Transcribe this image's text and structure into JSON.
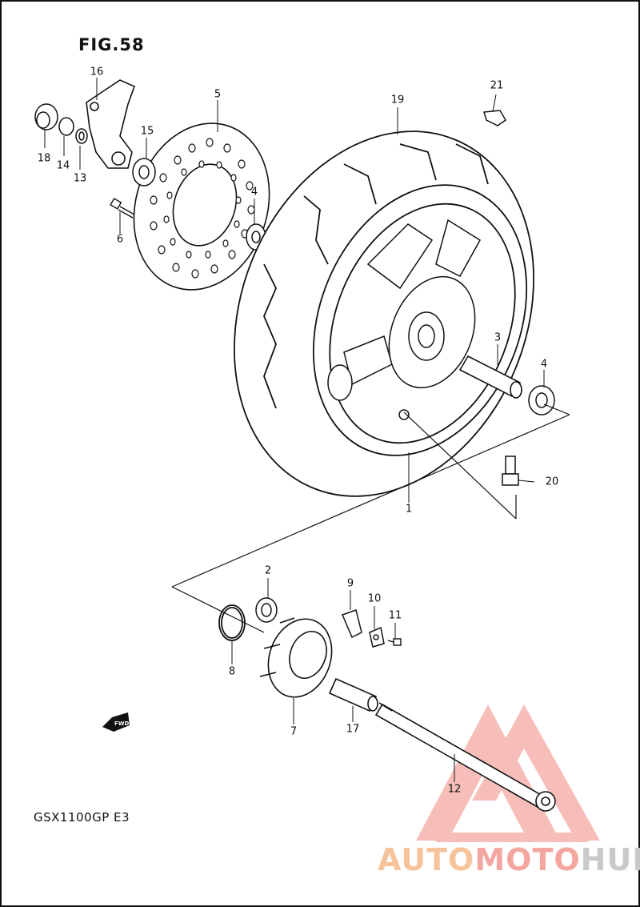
{
  "figure": {
    "title": "FIG.58",
    "model_code": "GSX1100GP E3"
  },
  "callouts": [
    {
      "id": "p1",
      "label": "1"
    },
    {
      "id": "p2",
      "label": "2"
    },
    {
      "id": "p3",
      "label": "3"
    },
    {
      "id": "p4a",
      "label": "4"
    },
    {
      "id": "p4b",
      "label": "4"
    },
    {
      "id": "p5",
      "label": "5"
    },
    {
      "id": "p6",
      "label": "6"
    },
    {
      "id": "p7",
      "label": "7"
    },
    {
      "id": "p8",
      "label": "8"
    },
    {
      "id": "p9",
      "label": "9"
    },
    {
      "id": "p10",
      "label": "10"
    },
    {
      "id": "p11",
      "label": "11"
    },
    {
      "id": "p12",
      "label": "12"
    },
    {
      "id": "p13",
      "label": "13"
    },
    {
      "id": "p14",
      "label": "14"
    },
    {
      "id": "p15",
      "label": "15"
    },
    {
      "id": "p16",
      "label": "16"
    },
    {
      "id": "p17",
      "label": "17"
    },
    {
      "id": "p18",
      "label": "18"
    },
    {
      "id": "p19",
      "label": "19"
    },
    {
      "id": "p20",
      "label": "20"
    },
    {
      "id": "p21",
      "label": "21"
    }
  ],
  "fwd_label": "FWD",
  "watermark": {
    "part_a": "AUTO",
    "part_b": "MOTO",
    "part_c": "HUB",
    "colors": {
      "auto": "#f6c39a",
      "moto": "#f4a6a0",
      "hub": "#c9c9c9",
      "logo": "#f28a80"
    }
  }
}
